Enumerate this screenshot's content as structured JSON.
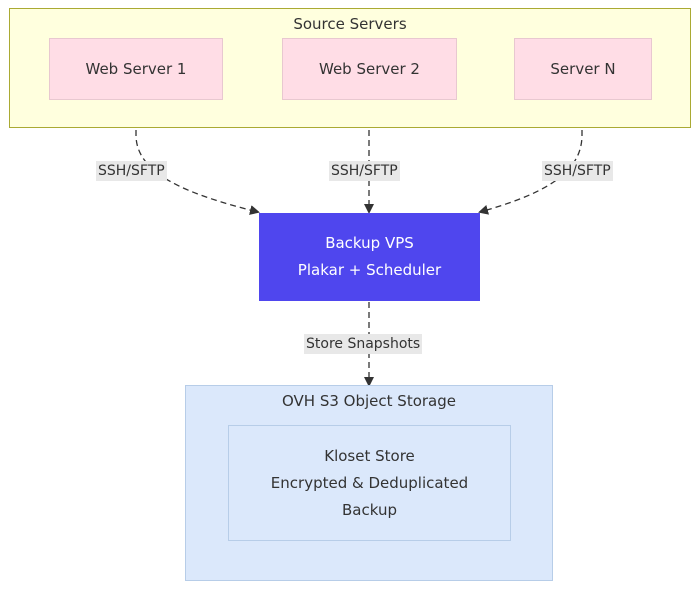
{
  "source_group": {
    "title": "Source Servers",
    "nodes": [
      "Web Server 1",
      "Web Server 2",
      "Server N"
    ]
  },
  "backup_node": {
    "line1": "Backup VPS",
    "line2": "Plakar + Scheduler"
  },
  "storage_group": {
    "title": "OVH S3 Object Storage",
    "store_line1": "Kloset Store",
    "store_line2": "Encrypted & Deduplicated",
    "store_line3": "Backup"
  },
  "edge_labels": {
    "ssh1": "SSH/SFTP",
    "ssh2": "SSH/SFTP",
    "ssh3": "SSH/SFTP",
    "store": "Store Snapshots"
  },
  "colors": {
    "source_group_fill": "#ffffde",
    "source_group_border": "#aaaa33",
    "server_fill": "#ffdde6",
    "server_border": "#e8c8d0",
    "backup_fill": "#4f46ee",
    "backup_text": "#ffffff",
    "storage_fill": "#dbe8fb",
    "storage_border": "#b7cde8",
    "edge_color": "#333333",
    "label_bg": "#e8e8e8"
  }
}
